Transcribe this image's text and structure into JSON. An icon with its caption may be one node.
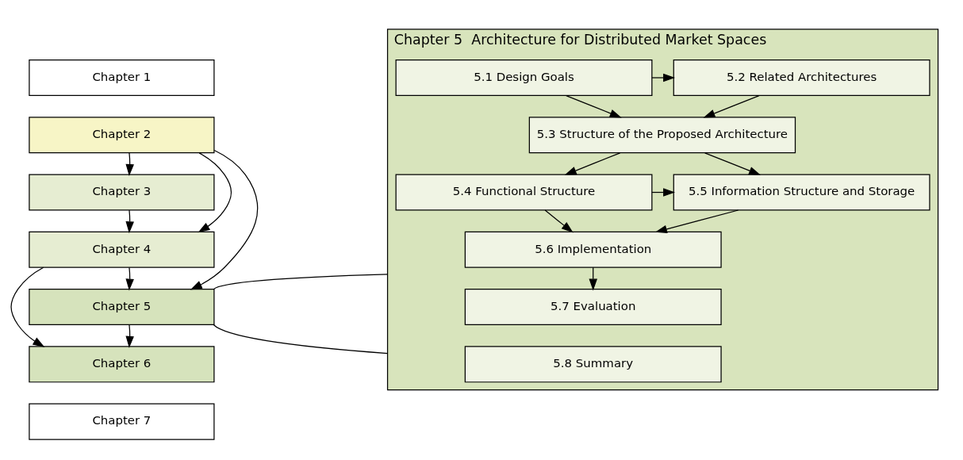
{
  "diagram": {
    "nodes": [
      {
        "text": [
          "Chapter 1"
        ]
      },
      {
        "text": [
          "Chapter 2"
        ]
      },
      {
        "text": [
          "Chapter 3"
        ]
      },
      {
        "text": [
          "Chapter 4"
        ]
      },
      {
        "text": [
          "Chapter 5"
        ]
      },
      {
        "text": [
          "Chapter 6"
        ]
      },
      {
        "text": [
          "Chapter 7"
        ]
      },
      {
        "text": [
          "Chapter 5  Architecture for Distributed Market Spaces"
        ]
      },
      {
        "text": [
          "5.1 Design Goals"
        ],
        "in": 7
      },
      {
        "text": [
          "5.2 Related Architectures"
        ],
        "in": 7
      },
      {
        "text": [
          "5.3 Structure of the Proposed Architecture"
        ],
        "in": 7
      },
      {
        "text": [
          "5.4 Functional Structure"
        ],
        "in": 7
      },
      {
        "text": [
          "5.5 Information Structure and Storage"
        ],
        "in": 7
      },
      {
        "text": [
          "5.6 Implementation"
        ],
        "in": 7
      },
      {
        "text": [
          "5.7 Evaluation"
        ],
        "in": 7
      },
      {
        "text": [
          "5.8 Summary"
        ],
        "in": 7
      }
    ],
    "edges": [
      {
        "from": 1,
        "to": 2,
        "arrow": "to"
      },
      {
        "from": 1,
        "to": 3,
        "arrow": "to"
      },
      {
        "from": 1,
        "to": 4,
        "arrow": "to"
      },
      {
        "from": 2,
        "to": 3,
        "arrow": "to"
      },
      {
        "from": 3,
        "to": 4,
        "arrow": "to"
      },
      {
        "from": 3,
        "to": 5,
        "arrow": "to"
      },
      {
        "from": 4,
        "to": 5,
        "arrow": "to"
      },
      {
        "from": 4,
        "to": 7,
        "arrow": "none"
      },
      {
        "from": 4,
        "to": 7,
        "arrow": "none"
      },
      {
        "from": 8,
        "to": 9,
        "arrow": "to"
      },
      {
        "from": 8,
        "to": 10,
        "arrow": "to"
      },
      {
        "from": 9,
        "to": 10,
        "arrow": "to"
      },
      {
        "from": 10,
        "to": 11,
        "arrow": "to"
      },
      {
        "from": 10,
        "to": 12,
        "arrow": "to"
      },
      {
        "from": 11,
        "to": 12,
        "arrow": "to"
      },
      {
        "from": 11,
        "to": 13,
        "arrow": "to"
      },
      {
        "from": 12,
        "to": 13,
        "arrow": "to"
      },
      {
        "from": 13,
        "to": 14,
        "arrow": "to"
      }
    ]
  }
}
